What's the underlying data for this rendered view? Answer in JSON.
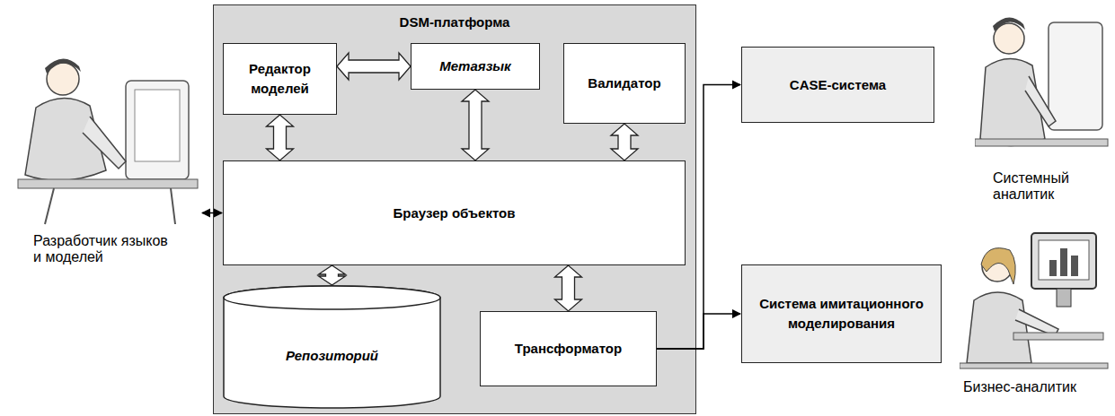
{
  "diagram": {
    "nodes": [
      {
        "text": [
          "Разработчик языков и моделей"
        ]
      },
      {
        "text": [
          "DSM-платформа"
        ]
      },
      {
        "text": [
          "Редактор моделей"
        ],
        "in": 1
      },
      {
        "text": [
          "Метаязык"
        ],
        "in": 1
      },
      {
        "text": [
          "Валидатор"
        ],
        "in": 1
      },
      {
        "text": [
          "Браузер объектов"
        ],
        "in": 1
      },
      {
        "text": [
          "Репозиторий"
        ],
        "in": 1
      },
      {
        "text": [
          "Трансформатор"
        ],
        "in": 1
      },
      {
        "text": [
          "CASE-система"
        ]
      },
      {
        "text": [
          "Системный аналитик"
        ]
      },
      {
        "text": [
          "Система имитационного моделирования"
        ]
      },
      {
        "text": [
          "Бизнес-аналитик"
        ]
      }
    ],
    "edges": [
      {
        "from": 0,
        "to": 5,
        "arrow": "both"
      },
      {
        "from": 2,
        "to": 3,
        "arrow": "both"
      },
      {
        "from": 2,
        "to": 5,
        "arrow": "both"
      },
      {
        "from": 3,
        "to": 5,
        "arrow": "both"
      },
      {
        "from": 4,
        "to": 5,
        "arrow": "both"
      },
      {
        "from": 5,
        "to": 6,
        "arrow": "both"
      },
      {
        "from": 5,
        "to": 7,
        "arrow": "both"
      },
      {
        "from": 7,
        "to": 8,
        "arrow": "to"
      },
      {
        "from": 7,
        "to": 10,
        "arrow": "to"
      }
    ]
  }
}
